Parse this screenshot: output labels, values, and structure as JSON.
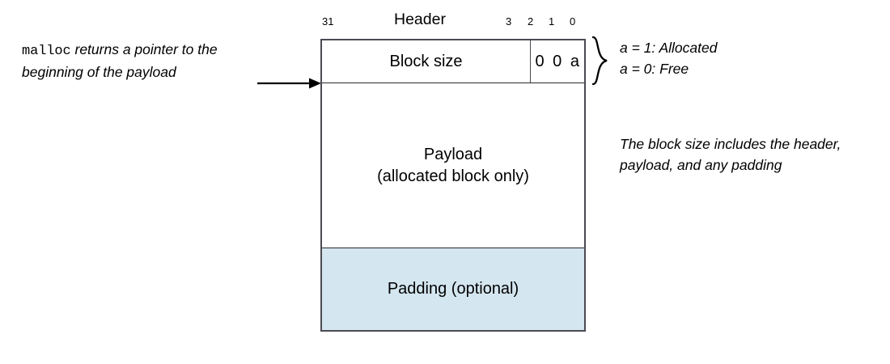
{
  "figure": {
    "title_caption": "Header",
    "bit_ruler": {
      "high_bit": "31",
      "low_bits": [
        "3",
        "2",
        "1",
        "0"
      ]
    },
    "blocks": [
      {
        "name": "header",
        "size_label": "Block size",
        "flag_bits": "0 0 a",
        "fill": "#ffffff"
      },
      {
        "name": "payload",
        "line1": "Payload",
        "line2": "(allocated block only)",
        "fill": "#ffffff"
      },
      {
        "name": "padding",
        "label": "Padding (optional)",
        "fill": "#d4e6ef"
      }
    ],
    "annotations": {
      "malloc_note": {
        "code_word": "malloc",
        "rest": " returns a pointer to the beginning of the payload",
        "arrow": "arrow-right-icon"
      },
      "flag_legend": {
        "brace": "curly-brace-icon",
        "line1": "a = 1: Allocated",
        "line2": "a = 0: Free"
      },
      "size_note": "The block size includes the header, payload, and any padding"
    }
  }
}
